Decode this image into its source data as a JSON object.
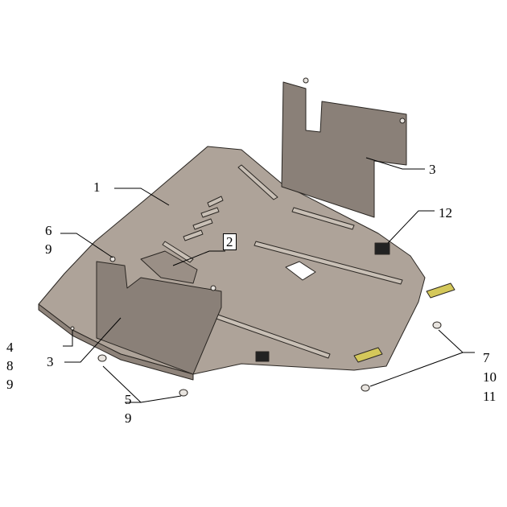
{
  "colors": {
    "plate": "#aea399",
    "plate_dark": "#8e837a",
    "shield": "#8a8078",
    "bracket": "#d4c85a",
    "stroke": "#2a2622"
  },
  "callouts": {
    "c1": "1",
    "c2": "2",
    "c3_right": "3",
    "c3_left": "3",
    "c12": "12",
    "c6": "6",
    "c9_a": "9",
    "c4": "4",
    "c8": "8",
    "c9_b": "9",
    "c5": "5",
    "c9_c": "9",
    "c7": "7",
    "c10": "10",
    "c11": "11"
  }
}
